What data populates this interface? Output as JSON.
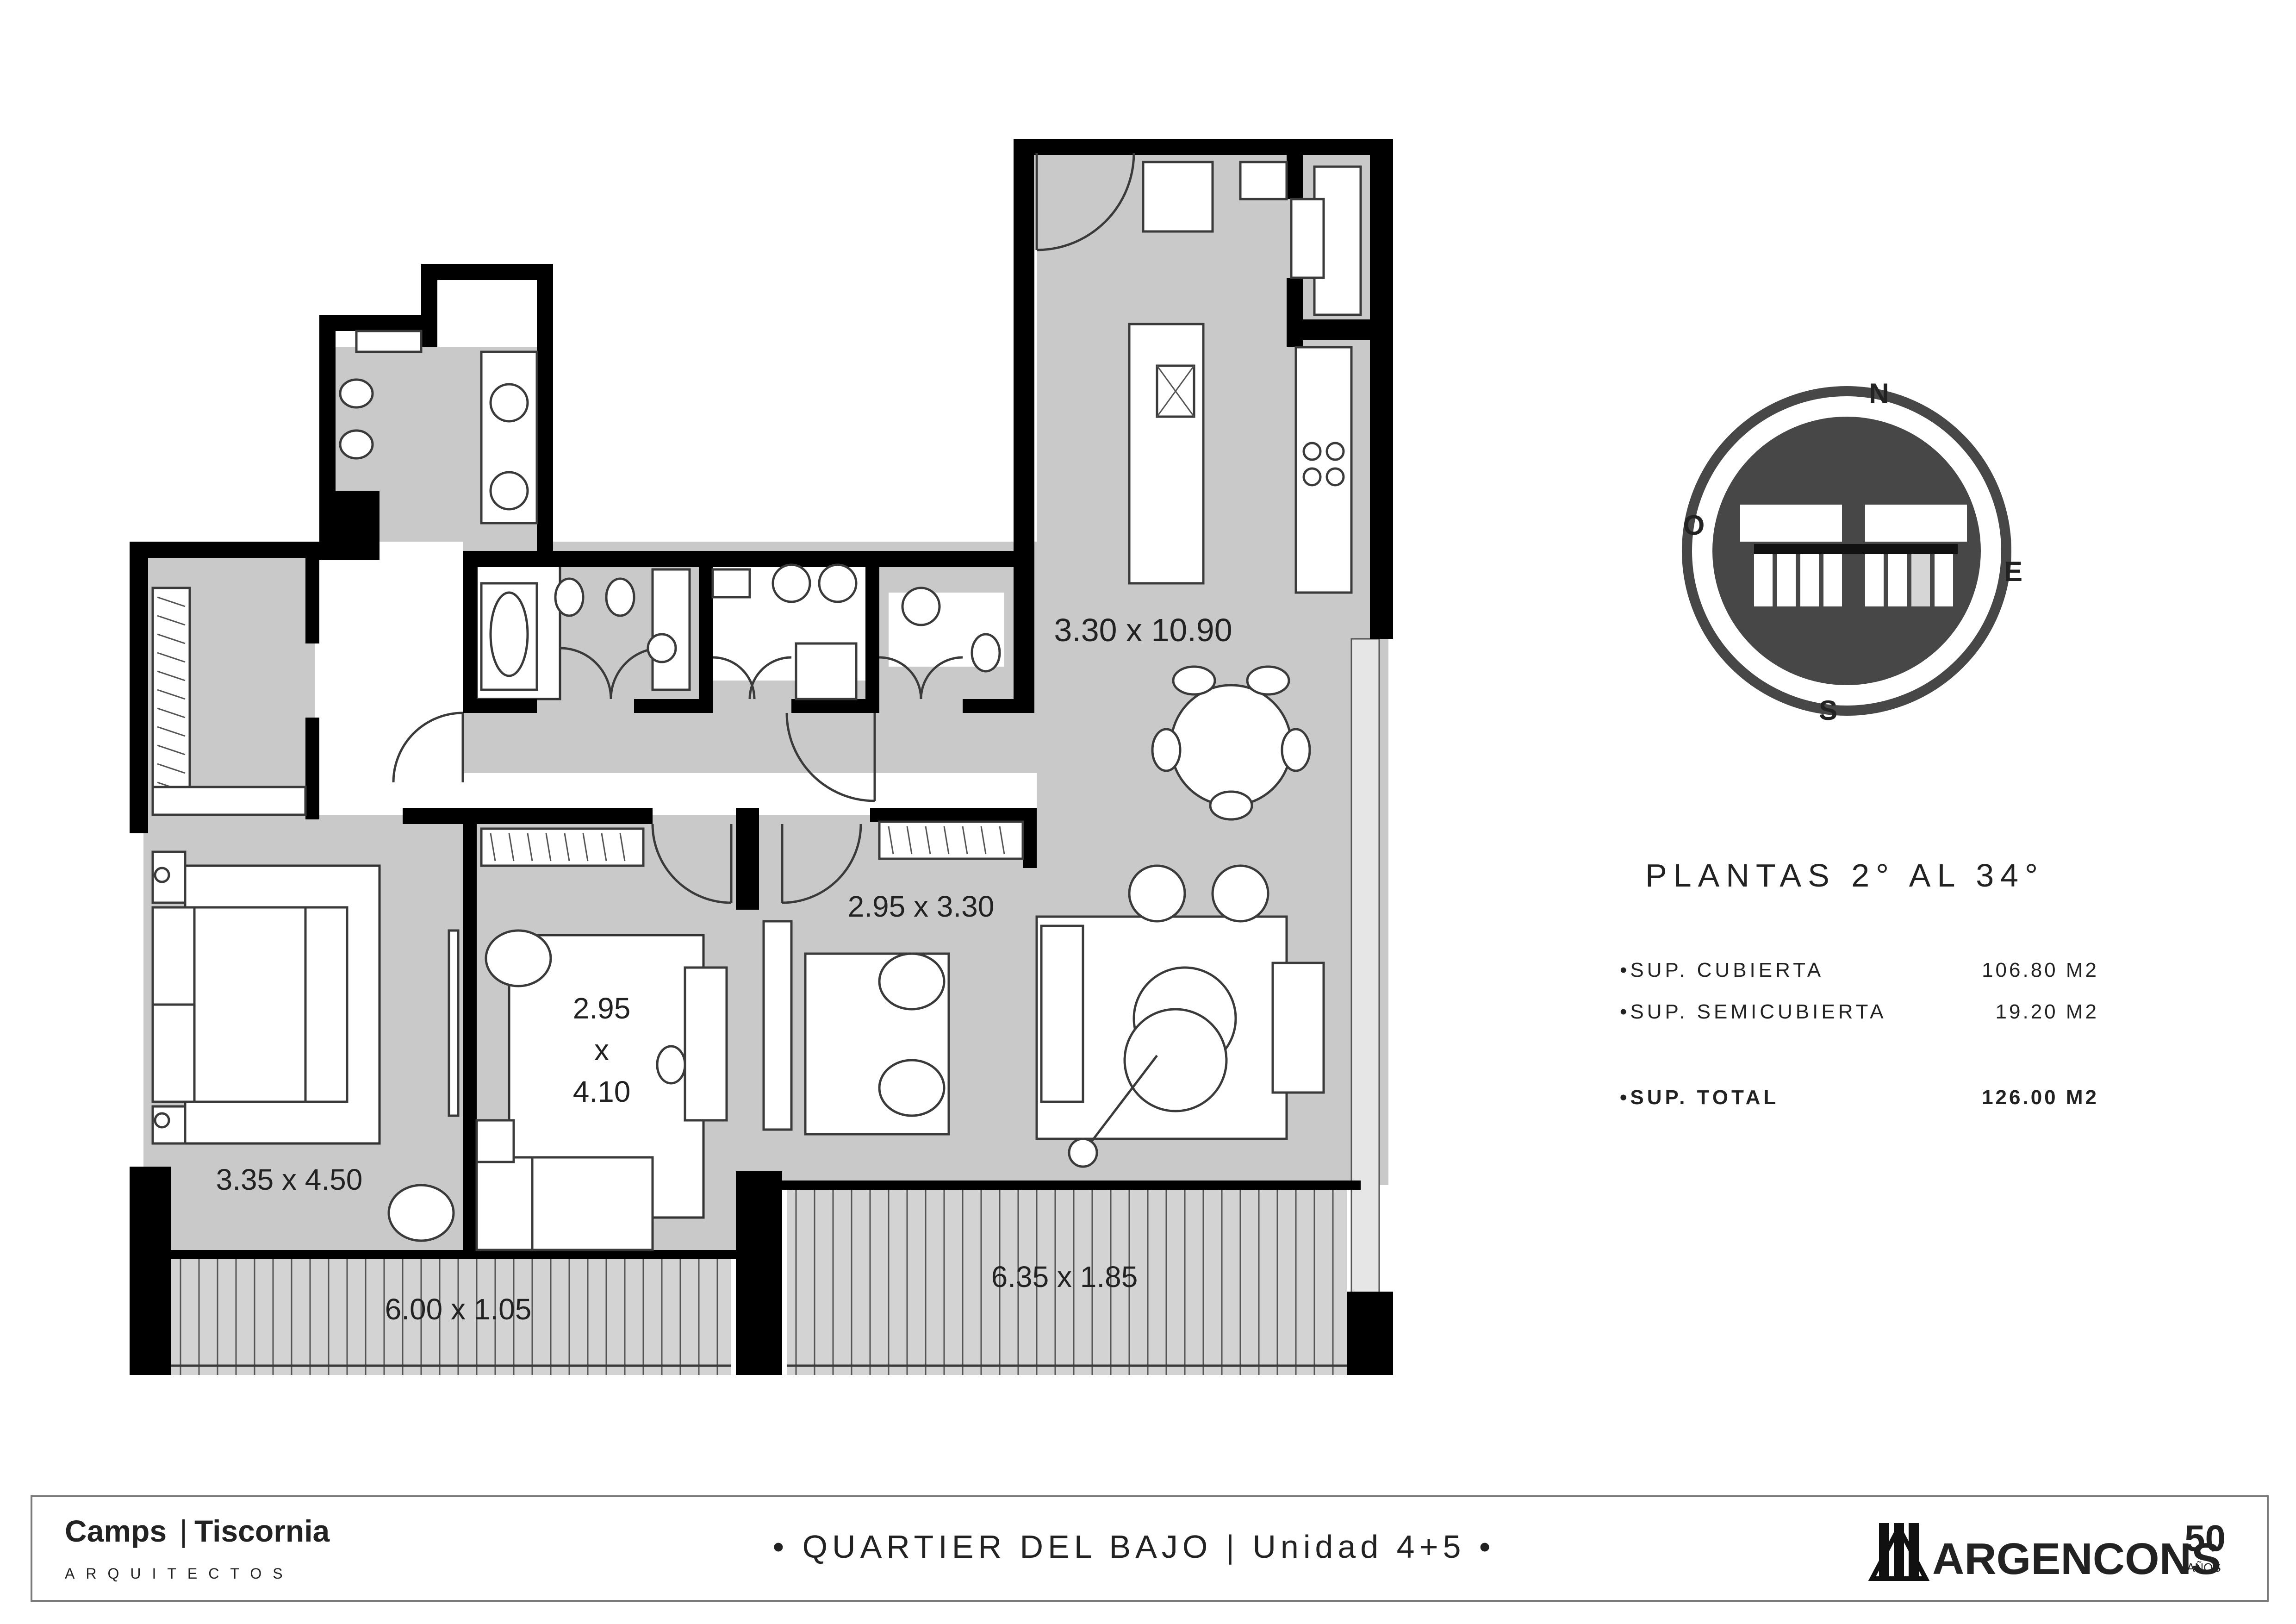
{
  "rooms": {
    "kitchen_living": "3.30  x  10.90",
    "living_small": "2.95 x 3.30",
    "bedroom2_line1": "2.95",
    "bedroom2_line2": "x",
    "bedroom2_line3": "4.10",
    "master": "3.35 x 4.50",
    "balcony_left": "6.00 x 1.05",
    "balcony_right": "6.35 x 1.85"
  },
  "compass": {
    "n": "N",
    "s": "S",
    "e": "E",
    "o": "O",
    "colors": {
      "ring": "#474747",
      "disc": "#474747"
    }
  },
  "summary": {
    "title": "PLANTAS 2° AL 34°",
    "rows": [
      {
        "label": "•SUP. CUBIERTA",
        "value": "106.80 M2"
      },
      {
        "label": "•SUP. SEMICUBIERTA",
        "value": "19.20 M2"
      }
    ],
    "total": {
      "label": "•SUP. TOTAL",
      "value": "126.00 M2"
    }
  },
  "footer": {
    "brand_left_a": "Camps",
    "brand_left_sep": "|",
    "brand_left_b": "Tiscornia",
    "brand_left_sub": "ARQUITECTOS",
    "center": "•  QUARTIER DEL BAJO  |  Unidad 4+5  •",
    "brand_right": "ARGENCONS",
    "brand_right_num": "50",
    "brand_right_sub": "AÑOS"
  }
}
